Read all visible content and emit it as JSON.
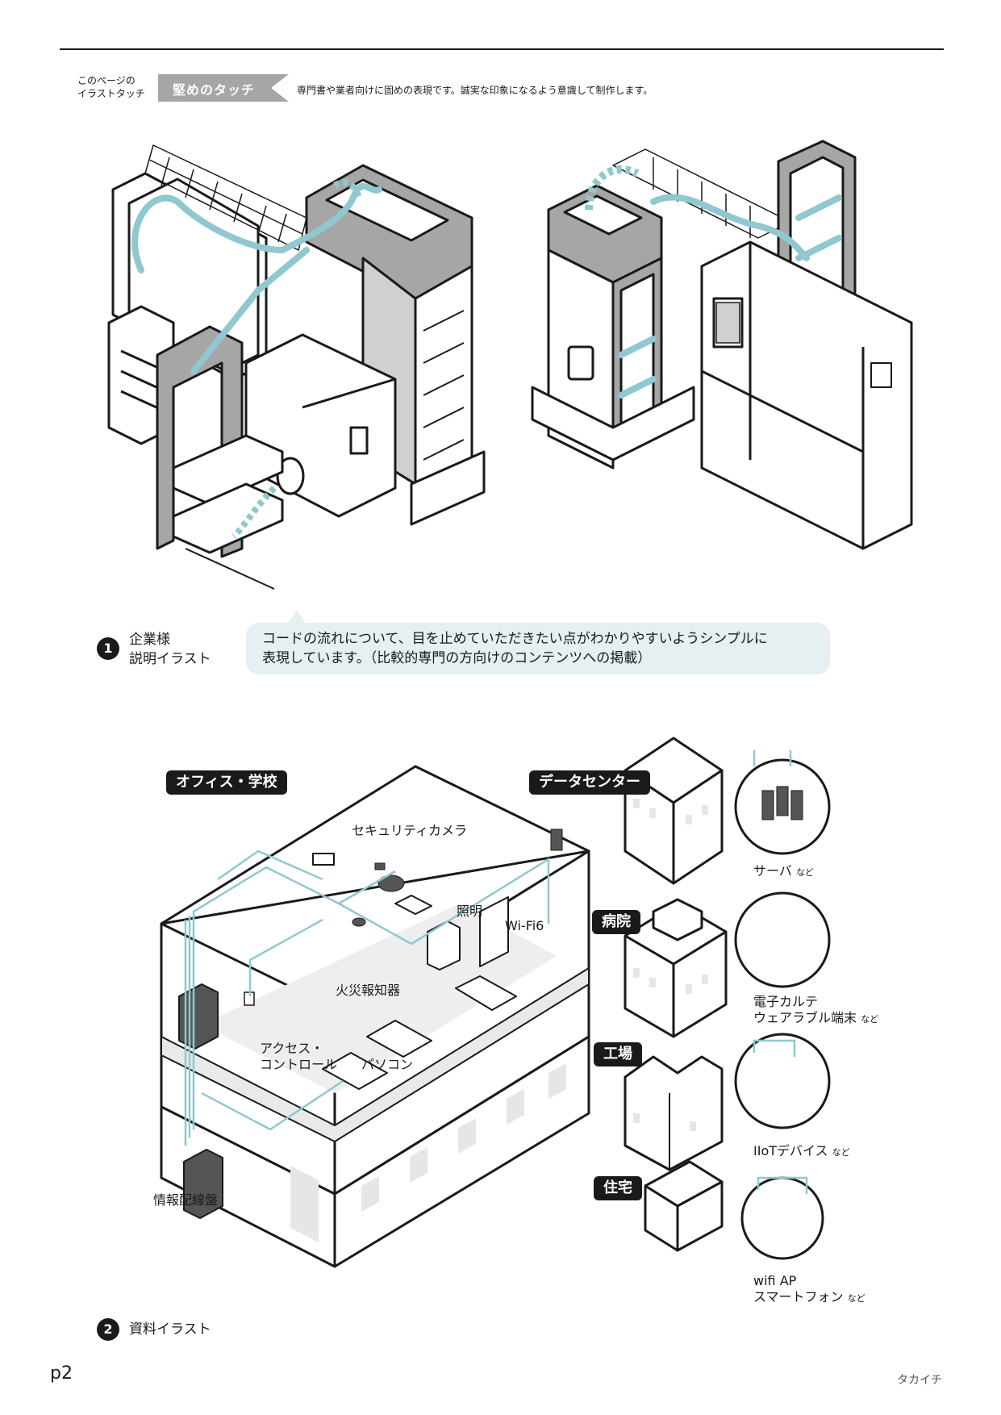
{
  "header": {
    "page_label_line1": "このページの",
    "page_label_line2": "イラストタッチ",
    "tag": "堅めのタッチ",
    "description": "専門書や業者向けに固めの表現です。誠実な印象になるよう意識して制作します。"
  },
  "section1": {
    "number": "1",
    "title_line1": "企業様",
    "title_line2": "説明イラスト",
    "bubble_line1": "コードの流れについて、目を止めていただきたい点がわかりやすいようシンプルに",
    "bubble_line2": "表現しています。（比較的専門の方向けのコンテンツへの掲載）"
  },
  "office": {
    "badge": "オフィス・学校",
    "security_camera": "セキュリティカメラ",
    "lighting": "照明",
    "wifi": "Wi-Fi6",
    "fire_alarm": "火災報知器",
    "access_control_line1": "アクセス・",
    "access_control_line2": "コントロール",
    "pc": "パソコン",
    "distribution_board": "情報配線盤"
  },
  "facilities": {
    "datacenter": {
      "badge": "データセンター",
      "caption": "サーバ",
      "suffix": "など"
    },
    "hospital": {
      "badge": "病院",
      "caption_line1": "電子カルテ",
      "caption_line2": "ウェアラブル端末",
      "suffix": "など"
    },
    "factory": {
      "badge": "工場",
      "caption": "IIoTデバイス",
      "suffix": "など"
    },
    "house": {
      "badge": "住宅",
      "caption_line1": "wifi AP",
      "caption_line2": "スマートフォン",
      "suffix": "など"
    }
  },
  "section2": {
    "number": "2",
    "title": "資料イラスト"
  },
  "footer": {
    "page": "p2",
    "signature": "タカイチ"
  },
  "colors": {
    "accent": "#8fc8cf",
    "ink": "#1a1a1a",
    "panel": "#e6eff2",
    "grey": "#a6a6a6"
  }
}
